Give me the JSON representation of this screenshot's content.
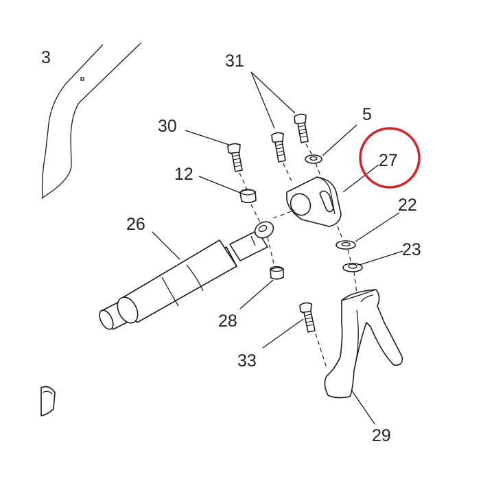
{
  "diagram": {
    "callouts": {
      "c3": "3",
      "c31": "31",
      "c5": "5",
      "c30": "30",
      "c27": "27",
      "c12": "12",
      "c22": "22",
      "c26": "26",
      "c23": "23",
      "c28": "28",
      "c33": "33",
      "c29": "29"
    },
    "highlight_color": "#d0242c"
  }
}
